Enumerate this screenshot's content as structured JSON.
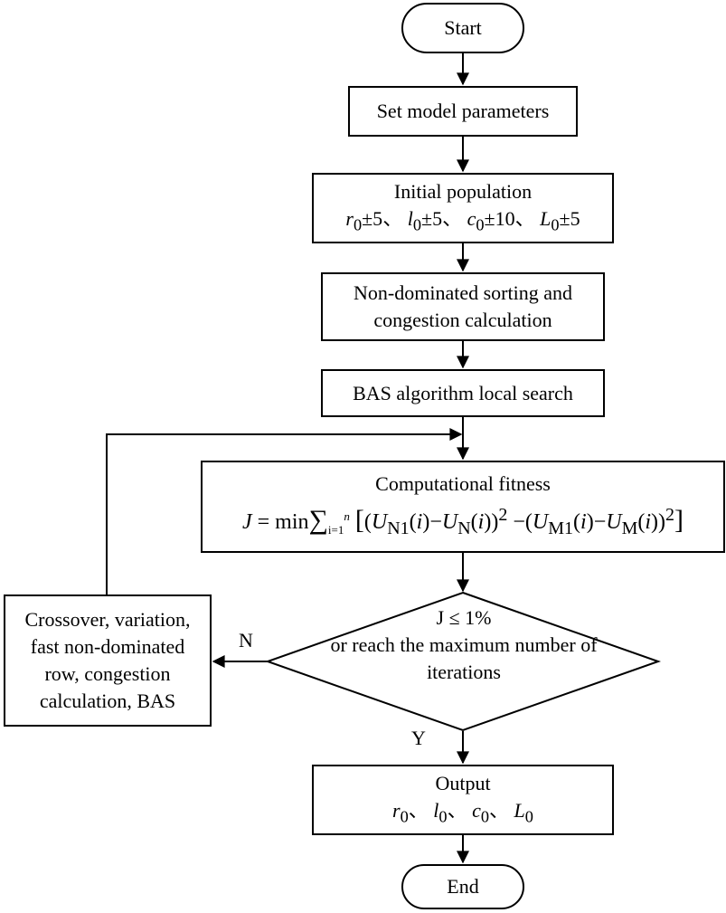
{
  "start": "Start",
  "set_params": "Set model parameters",
  "init_pop": {
    "title": "Initial population",
    "r": {
      "var": "r",
      "sub": "0",
      "range": "±5"
    },
    "l": {
      "var": "l",
      "sub": "0",
      "range": "±5"
    },
    "c": {
      "var": "c",
      "sub": "0",
      "range": "±10"
    },
    "L": {
      "var": "L",
      "sub": "0",
      "range": "±5"
    },
    "separator": "、"
  },
  "nds": {
    "line1": "Non-dominated sorting and",
    "line2": "congestion calculation"
  },
  "bas": "BAS algorithm local search",
  "fitness": {
    "title": "Computational fitness",
    "formula": {
      "lhs": "J",
      "eq": "=",
      "op": "min",
      "sum_upper": "n",
      "sum_lower": "i=1",
      "U": "U",
      "sub_N1": "N1",
      "sub_N": "N",
      "sub_M1": "M1",
      "sub_M": "M",
      "arg": "i",
      "power": "2",
      "minus": "−"
    }
  },
  "decision": {
    "line1": "J ≤ 1%",
    "line2": "or reach the maximum number of",
    "line3": "iterations"
  },
  "branch_no": "N",
  "branch_yes": "Y",
  "crossover": {
    "line1": "Crossover, variation,",
    "line2": "fast non-dominated",
    "line3": "row, congestion",
    "line4": "calculation, BAS"
  },
  "output": {
    "title": "Output",
    "vars": [
      {
        "var": "r",
        "sub": "0"
      },
      {
        "var": "l",
        "sub": "0"
      },
      {
        "var": "c",
        "sub": "0"
      },
      {
        "var": "L",
        "sub": "0"
      }
    ],
    "separator": "、"
  },
  "end": "End"
}
